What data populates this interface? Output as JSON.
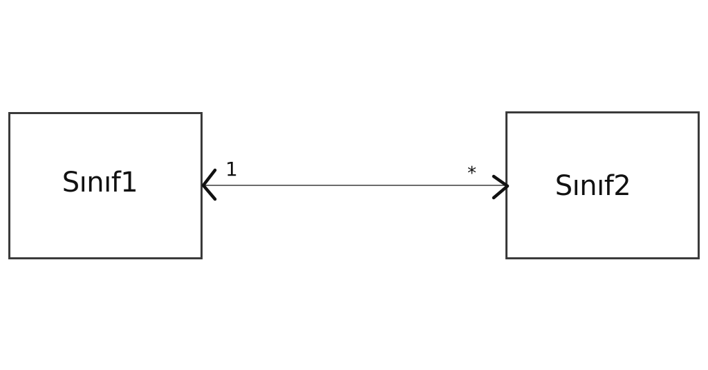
{
  "diagram": {
    "classes": [
      {
        "name": "Sınıf1"
      },
      {
        "name": "Sınıf2"
      }
    ],
    "association": {
      "from_multiplicity": "1",
      "to_multiplicity": "*",
      "navigability": "bidirectional"
    },
    "colors": {
      "stroke": "#3a3a3a",
      "text": "#111111",
      "background": "#ffffff"
    }
  }
}
